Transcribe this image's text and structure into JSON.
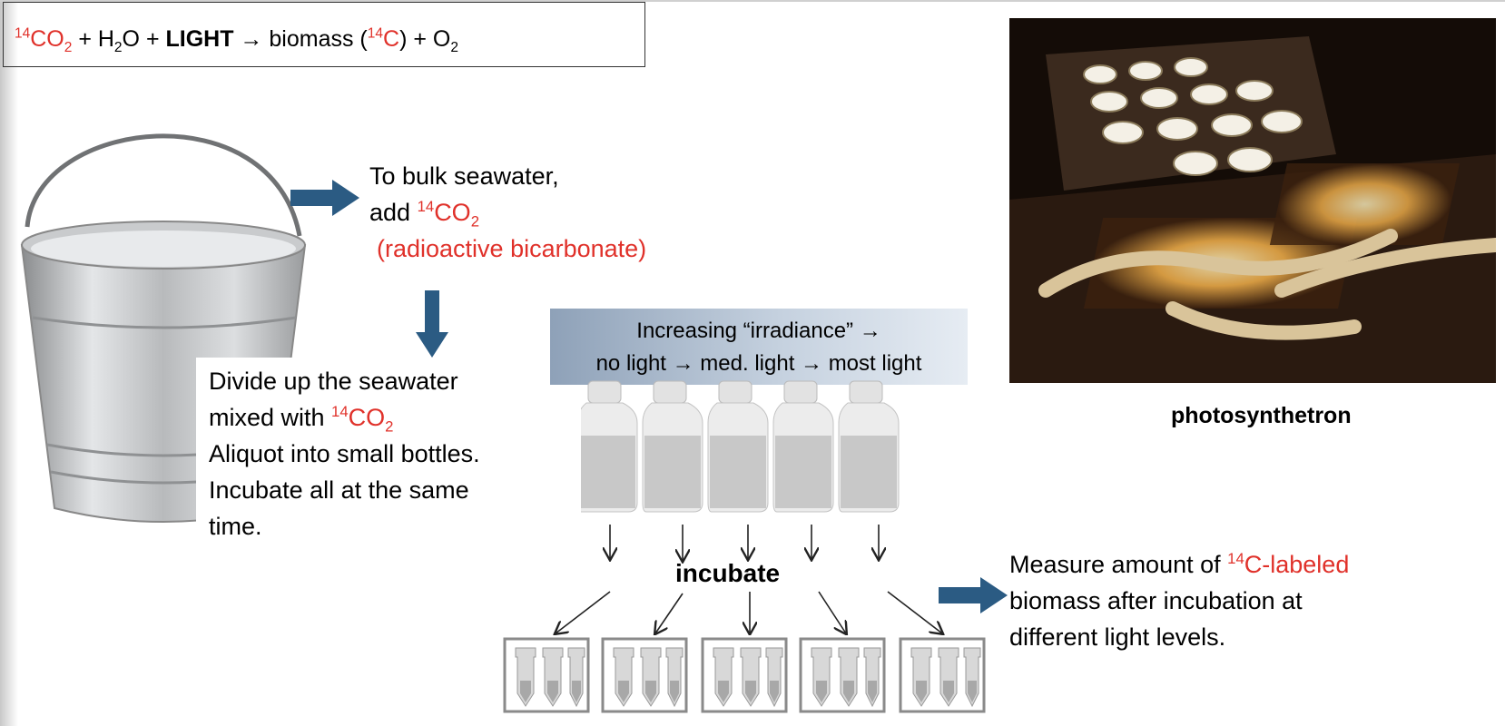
{
  "equation": {
    "prefix": "14",
    "co2": "CO",
    "co2_sub": "2",
    "plus_h2o_a": " + H",
    "h2o_sub": "2",
    "plus_h2o_b": "O + ",
    "light": "LIGHT",
    "arrow": " → ",
    "biomass_a": "biomass (",
    "biomass_sup": "14",
    "biomass_c": "C",
    "biomass_b": ") + O",
    "o2_sub": "2"
  },
  "step1": {
    "line1": "To bulk seawater,",
    "line2_a": "add ",
    "line2_sup": "14",
    "line2_co": "CO",
    "line2_sub": "2",
    "line3": "(radioactive bicarbonate)"
  },
  "step2": {
    "line1": "Divide up the seawater",
    "line2_a": "mixed with ",
    "line2_sup": "14",
    "line2_co": "CO",
    "line2_sub": "2",
    "line3": "Aliquot into small bottles.",
    "line4": "Incubate all at the same",
    "line5": "time."
  },
  "irradiance": {
    "line1": "Increasing “irradiance” →",
    "line2": "no light → med. light → most light"
  },
  "incubate_label": "incubate",
  "photo_caption": "photosynthetron",
  "measure": {
    "line1_a": "Measure amount of ",
    "line1_sup": "14",
    "line1_b": "C-labeled",
    "line2": "biomass after incubation at",
    "line3": "different light levels."
  },
  "colors": {
    "arrow": "#2b5b83",
    "radioactive_text": "#e0312a",
    "banner": "#a9b8ca"
  }
}
